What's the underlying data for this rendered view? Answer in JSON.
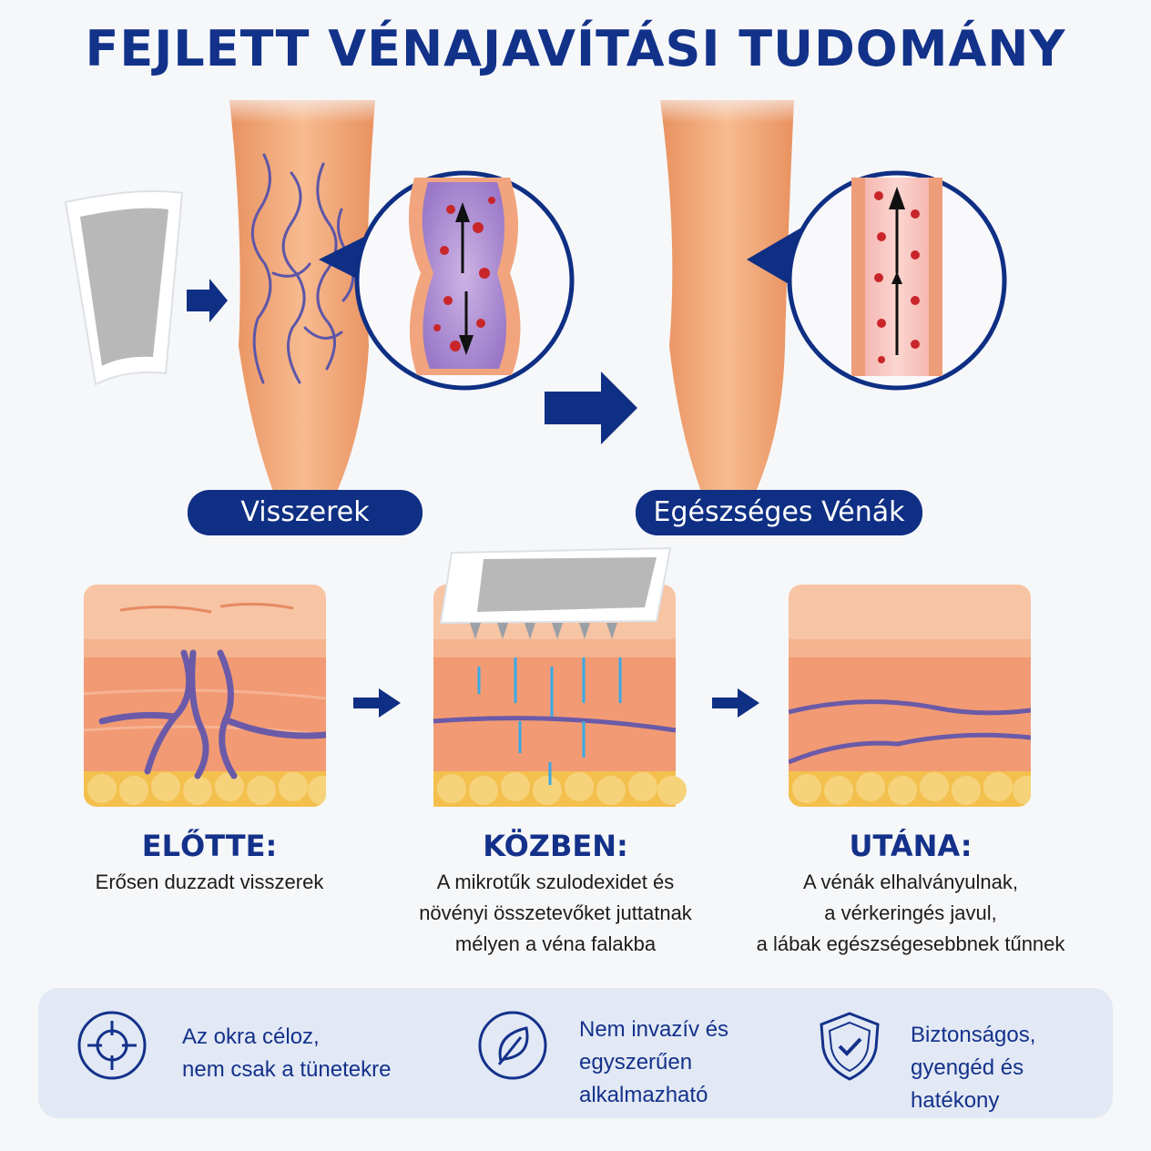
{
  "title": "FEJLETT VÉNAJAVÍTÁSI TUDOMÁNY",
  "labels": {
    "left": "Visszerek",
    "right": "Egészséges Vénák"
  },
  "stages": [
    {
      "title": "ELŐTTE:",
      "lines": [
        "Erősen duzzadt visszerek"
      ]
    },
    {
      "title": "KÖZBEN:",
      "lines": [
        "A mikrotűk szulodexidet és",
        "növényi összetevőket juttatnak",
        "mélyen a véna falakba"
      ]
    },
    {
      "title": "UTÁNA:",
      "lines": [
        "A vénák elhalványulnak,",
        "a vérkeringés javul,",
        "a lábak egészségesebbnek tűnnek"
      ]
    }
  ],
  "benefits": [
    {
      "icon": "target-icon",
      "lines": [
        "Az okra céloz,",
        "nem csak a tünetekre"
      ]
    },
    {
      "icon": "leaf-icon",
      "lines": [
        "Nem invazív és",
        "egyszerűen",
        "alkalmazható"
      ]
    },
    {
      "icon": "shield-check-icon",
      "lines": [
        "Biztonságos,",
        "gyengéd és",
        "hatékony"
      ]
    }
  ],
  "colors": {
    "brand_navy": "#12328a",
    "skin": "#f3a87a",
    "vein": "#6b5aa8",
    "blood": "#c8262a"
  }
}
